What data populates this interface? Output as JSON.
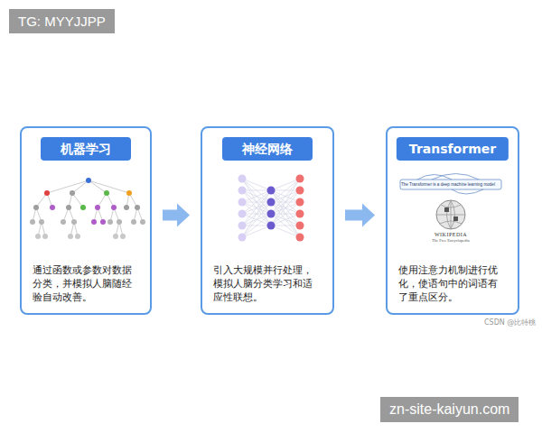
{
  "diagram": {
    "nodes": [
      {
        "text": [
          "通过函数或参数对数据分类，并模拟人脑随经验自动改善。"
        ]
      },
      {
        "text": [
          "机器学习"
        ],
        "in": 0
      },
      {
        "text": [
          "引入大规模并行处理，模拟人脑分类学习和适应性联想。"
        ]
      },
      {
        "text": [
          "神经网络"
        ],
        "in": 2
      },
      {
        "text": [
          "使用注意力机制进行优化，使语句中的词语有了重点区分。"
        ]
      },
      {
        "text": [
          "Transformer"
        ],
        "in": 4
      }
    ],
    "edges": [
      {
        "from": 0,
        "to": 2,
        "arrow": "to"
      },
      {
        "from": 2,
        "to": 4,
        "arrow": "to"
      }
    ],
    "labels": [
      "TG: MYYJJPP",
      "The Transformer is a deep machine learning model",
      "WIKIPEDIA",
      "The Free Encyclopedia",
      "CSDN @比特桃",
      "zn-site-kaiyun.com"
    ]
  }
}
